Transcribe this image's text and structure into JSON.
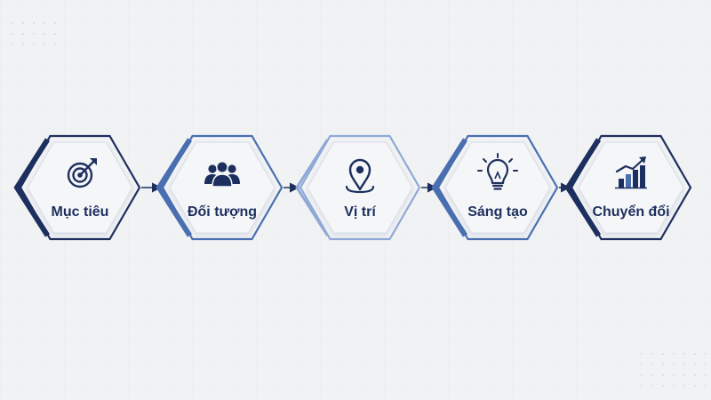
{
  "steps": [
    {
      "label": "Mục tiêu",
      "icon": "target-icon",
      "tone": "dark"
    },
    {
      "label": "Đối tượng",
      "icon": "people-icon",
      "tone": "medium"
    },
    {
      "label": "Vị trí",
      "icon": "location-pin-icon",
      "tone": "light"
    },
    {
      "label": "Sáng tạo",
      "icon": "lightbulb-icon",
      "tone": "medium"
    },
    {
      "label": "Chuyển đổi",
      "icon": "growth-chart-icon",
      "tone": "dark"
    }
  ],
  "colors": {
    "background": "#f1f2f4",
    "navy": "#1d2f5e",
    "blue": "#4a6fb0",
    "light_blue": "#8ea9d6",
    "hex_fill": "#f5f6f8"
  }
}
